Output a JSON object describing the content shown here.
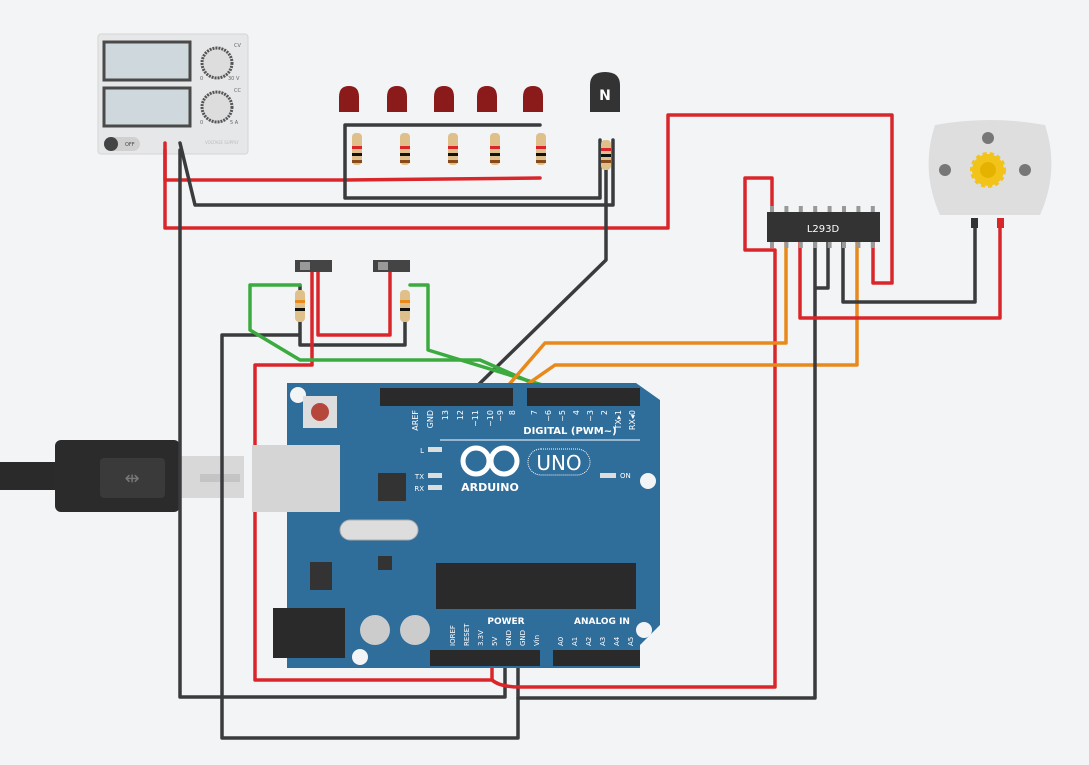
{
  "power_supply": {
    "switch_label": "OFF",
    "knob1_min": "0",
    "knob1_max": "30 V",
    "knob1_mode": "CV",
    "knob2_min": "0",
    "knob2_max": "5 A",
    "knob2_mode": "CC",
    "brand": "VOLTAGE SUPPLY"
  },
  "transistor": {
    "label": "N"
  },
  "driver_chip": {
    "label": "L293D"
  },
  "arduino": {
    "brand": "ARDUINO",
    "model": "UNO",
    "digital_label": "DIGITAL (PWM~)",
    "digital_pins": [
      "AREF",
      "GND",
      "13",
      "12",
      "~11",
      "~10",
      "~9",
      "8",
      "7",
      "~6",
      "~5",
      "4",
      "~3",
      "2",
      "TX▸1",
      "RX◂0"
    ],
    "led_labels": [
      "L",
      "TX",
      "RX",
      "ON"
    ],
    "power_label": "POWER",
    "analog_label": "ANALOG IN",
    "power_pins": [
      "IOREF",
      "RESET",
      "3.3V",
      "5V",
      "GND",
      "GND",
      "Vin"
    ],
    "analog_pins": [
      "A0",
      "A1",
      "A2",
      "A3",
      "A4",
      "A5"
    ]
  },
  "colors": {
    "board": "#2f6d9b",
    "wire_red": "#d9262b",
    "wire_black": "#3a3b3d",
    "wire_green": "#3bab3f",
    "wire_orange": "#e8891c",
    "led": "#8b1a1a"
  }
}
